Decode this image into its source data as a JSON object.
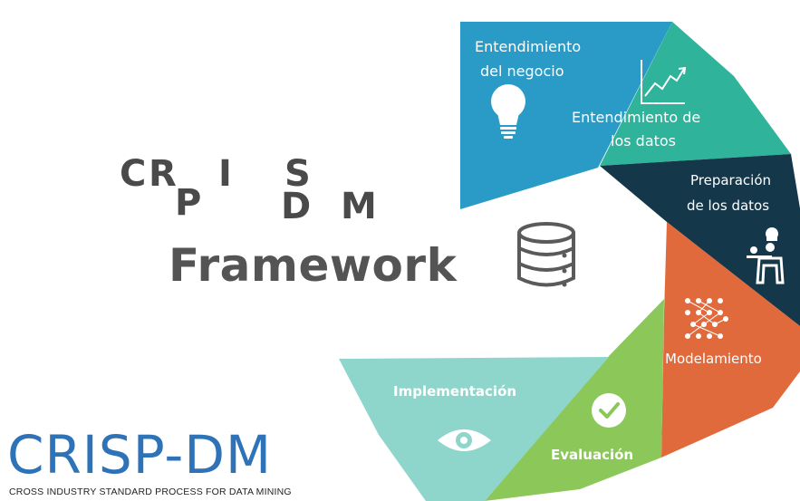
{
  "title_letters": {
    "c": "C",
    "r": "R",
    "i": "I",
    "s": "S",
    "p": "P",
    "d": "D",
    "m": "M"
  },
  "framework": "Framework",
  "phases": {
    "business": {
      "line1": "Entendimiento",
      "line2": "del negocio",
      "color": "#2a9bc6"
    },
    "data": {
      "line1": "Entendimiento de",
      "line2": "los datos",
      "color": "#2fb39a"
    },
    "prep": {
      "line1": "Preparación",
      "line2": "de los datos",
      "color": "#14374a"
    },
    "modeling": {
      "line1": "Modelamiento",
      "color": "#e06a3c"
    },
    "evaluation": {
      "line1": "Evaluación",
      "color": "#8cc759"
    },
    "deployment": {
      "line1": "Implementación",
      "color": "#8ed6cc"
    }
  },
  "logo": {
    "name": "CRISP-DM",
    "tagline": "CROSS INDUSTRY STANDARD PROCESS FOR DATA MINING",
    "color": "#2e72b8"
  },
  "icons": [
    "lightbulb-icon",
    "line-chart-icon",
    "chef-icon",
    "network-icon",
    "checkmark-icon",
    "eye-icon",
    "database-icon"
  ]
}
